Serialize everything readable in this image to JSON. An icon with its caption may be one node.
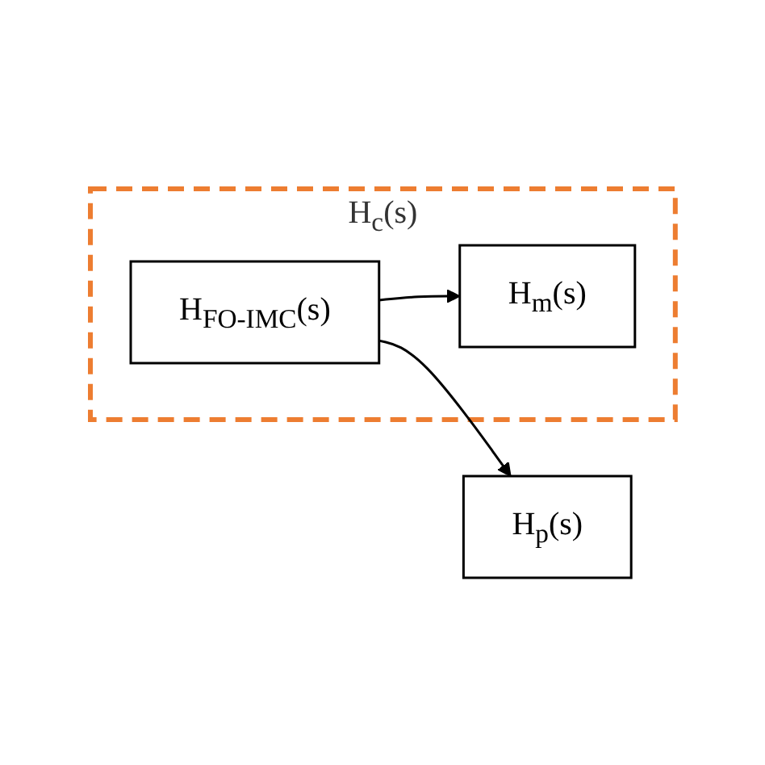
{
  "diagram": {
    "nodes": [
      {
        "text": [
          "H$_{c}$(s)"
        ]
      },
      {
        "text": [
          "H$_{FO-IMC}$(s)"
        ],
        "in": 0
      },
      {
        "text": [
          "H$_{p}$(s)"
        ]
      },
      {
        "text": [
          "H$_{m}$(s)"
        ],
        "in": 0
      }
    ],
    "edges": [
      {
        "from": 1,
        "to": 2,
        "arrow": "to"
      },
      {
        "from": 1,
        "to": 3,
        "arrow": "to"
      }
    ]
  }
}
